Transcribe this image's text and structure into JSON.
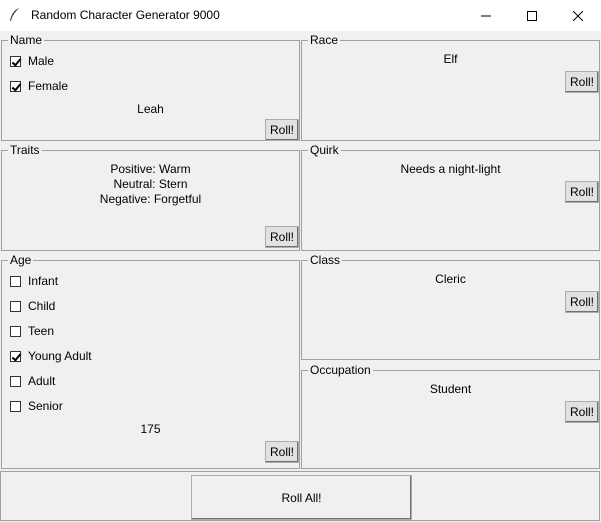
{
  "window": {
    "title": "Random Character Generator 9000",
    "controls": [
      "minimize",
      "maximize",
      "close"
    ]
  },
  "name": {
    "label": "Name",
    "options": [
      {
        "label": "Male",
        "checked": true
      },
      {
        "label": "Female",
        "checked": true
      }
    ],
    "value": "Leah",
    "button": "Roll!"
  },
  "race": {
    "label": "Race",
    "value": "Elf",
    "button": "Roll!"
  },
  "traits": {
    "label": "Traits",
    "lines": [
      "Positive: Warm",
      "Neutral: Stern",
      "Negative: Forgetful"
    ],
    "button": "Roll!"
  },
  "quirk": {
    "label": "Quirk",
    "value": "Needs a night-light",
    "button": "Roll!"
  },
  "age": {
    "label": "Age",
    "options": [
      {
        "label": "Infant",
        "checked": false
      },
      {
        "label": "Child",
        "checked": false
      },
      {
        "label": "Teen",
        "checked": false
      },
      {
        "label": "Young Adult",
        "checked": true
      },
      {
        "label": "Adult",
        "checked": false
      },
      {
        "label": "Senior",
        "checked": false
      }
    ],
    "value": "175",
    "button": "Roll!"
  },
  "class": {
    "label": "Class",
    "value": "Cleric",
    "button": "Roll!"
  },
  "occupation": {
    "label": "Occupation",
    "value": "Student",
    "button": "Roll!"
  },
  "roll_all": "Roll All!"
}
